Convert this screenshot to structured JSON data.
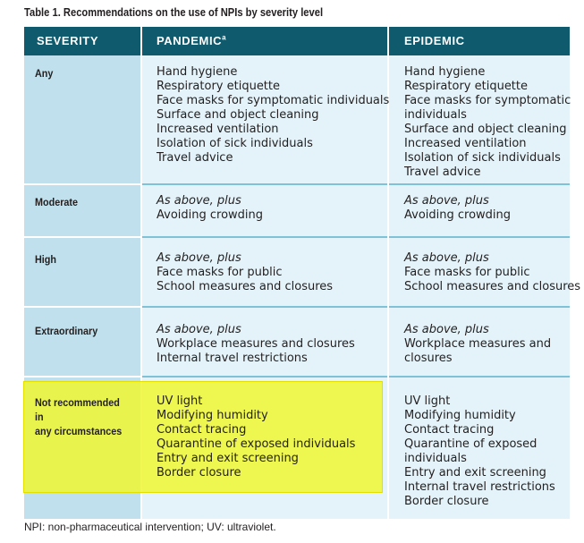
{
  "caption": "Table 1. Recommendations on the use of NPIs by severity level",
  "headers": {
    "severity": "SEVERITY",
    "pandemic": "PANDEMIC",
    "pandemic_sup": "a",
    "epidemic": "EPIDEMIC"
  },
  "rows": [
    {
      "severity": "Any",
      "pandemic": [
        "Hand hygiene",
        "Respiratory etiquette",
        "Face masks for symptomatic individuals",
        "Surface and object cleaning",
        "Increased ventilation",
        "Isolation of sick individuals",
        "Travel advice"
      ],
      "epidemic": [
        "Hand hygiene",
        "Respiratory etiquette",
        "Face masks for symptomatic",
        "individuals",
        "Surface and object cleaning",
        "Increased ventilation",
        "Isolation of sick individuals",
        "Travel advice"
      ]
    },
    {
      "severity": "Moderate",
      "pandemic": [
        "As above, plus",
        "Avoiding crowding"
      ],
      "epidemic": [
        "As above, plus",
        "Avoiding crowding"
      ]
    },
    {
      "severity": "High",
      "pandemic": [
        "As above, plus",
        "Face masks for public",
        "School measures and closures"
      ],
      "epidemic": [
        "As above, plus",
        "Face masks for public",
        "School measures and closures"
      ]
    },
    {
      "severity": "Extraordinary",
      "pandemic": [
        "As above, plus",
        "Workplace measures and closures",
        "Internal travel restrictions"
      ],
      "epidemic": [
        "As above, plus",
        "Workplace measures and",
        "closures"
      ]
    },
    {
      "severity_line1": "Not recommended in",
      "severity_line2": "any circumstances",
      "pandemic": [
        "UV light",
        "Modifying humidity",
        "Contact tracing",
        "Quarantine of exposed individuals",
        "Entry and exit screening",
        "Border closure"
      ],
      "epidemic": [
        "UV light",
        "Modifying humidity",
        "Contact tracing",
        "Quarantine of exposed",
        "individuals",
        "Entry and exit screening",
        "Internal travel restrictions",
        "Border closure"
      ]
    }
  ],
  "footnote": "NPI: non-pharmaceutical intervention; UV: ultraviolet.",
  "colors": {
    "header_bg": "#0f5a6d",
    "severity_bg": "#bfe0ec",
    "cell_bg": "#e4f3f9",
    "highlight": "#f0f632"
  }
}
